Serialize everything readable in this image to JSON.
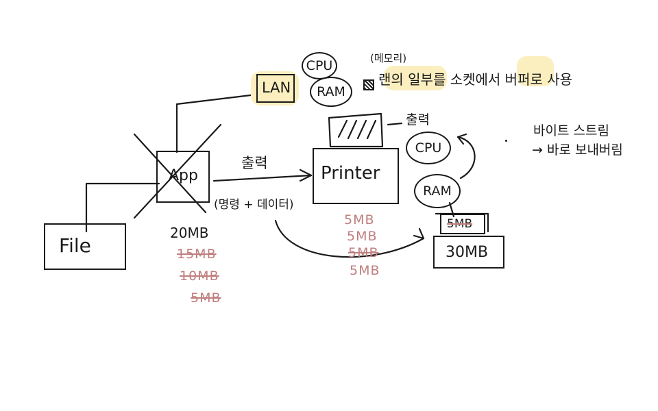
{
  "colors": {
    "ink": "#1a1a1a",
    "highlight": "#fbefc0",
    "annotation": "#c07f7f"
  },
  "nodes": {
    "file": "File",
    "app": "App",
    "printer": "Printer",
    "lan": "LAN",
    "cpu_top": "CPU",
    "ram_top": "RAM",
    "cpu_right": "CPU",
    "ram_right": "RAM",
    "buffer_small": "5MB",
    "buffer_big": "30MB"
  },
  "labels": {
    "output_arrow": "출력",
    "output_detail": "(명령 + 데이터)",
    "printer_output": "출력",
    "memory_paren": "(메모리)",
    "socket_note": "랜의 일부를 소켓에서 버퍼로 사용",
    "byte_stream": "바이트 스트림",
    "send_direct": "→ 바로 보내버림"
  },
  "app_sizes": [
    "20MB",
    "15MB",
    "10MB",
    "5MB"
  ],
  "printer_sizes": [
    "5MB",
    "5MB",
    "5MB",
    "5MB"
  ],
  "icons": [
    "chip-icon",
    "printer-paper-icon"
  ]
}
